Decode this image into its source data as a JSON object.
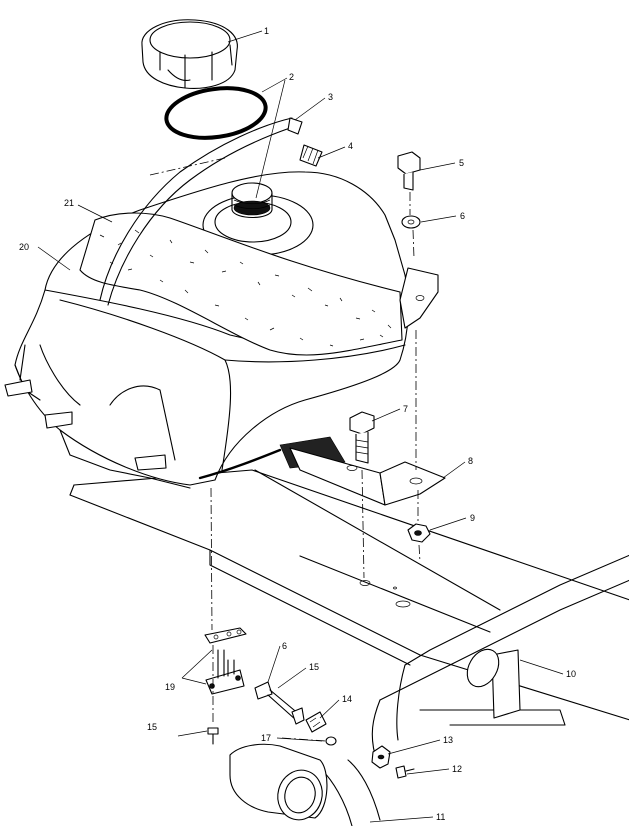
{
  "callouts": [
    {
      "id": "1",
      "label": "1"
    },
    {
      "id": "2",
      "label": "2"
    },
    {
      "id": "3",
      "label": "3"
    },
    {
      "id": "4",
      "label": "4"
    },
    {
      "id": "5",
      "label": "5"
    },
    {
      "id": "6a",
      "label": "6"
    },
    {
      "id": "7",
      "label": "7"
    },
    {
      "id": "8",
      "label": "8"
    },
    {
      "id": "9",
      "label": "9"
    },
    {
      "id": "10",
      "label": "10"
    },
    {
      "id": "11",
      "label": "11"
    },
    {
      "id": "12",
      "label": "12"
    },
    {
      "id": "13",
      "label": "13"
    },
    {
      "id": "14",
      "label": "14"
    },
    {
      "id": "15a",
      "label": "15"
    },
    {
      "id": "6b",
      "label": "6"
    },
    {
      "id": "15b",
      "label": "15"
    },
    {
      "id": "17",
      "label": "17"
    },
    {
      "id": "19",
      "label": "19"
    },
    {
      "id": "20",
      "label": "20"
    },
    {
      "id": "21",
      "label": "21"
    }
  ]
}
